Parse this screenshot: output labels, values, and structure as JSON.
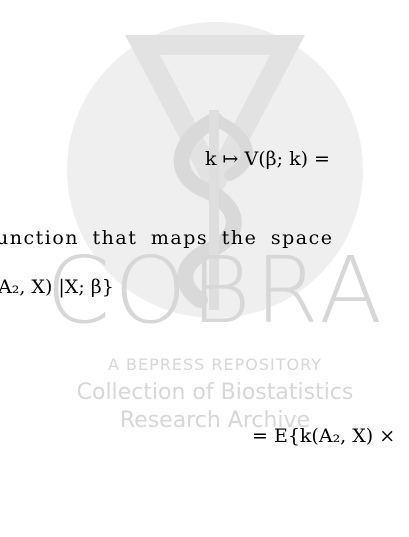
{
  "watermark": {
    "brand": "COBRA",
    "line1": "A BEPRESS REPOSITORY",
    "line2": "Collection of Biostatistics",
    "line3": "Research Archive"
  },
  "equations": {
    "line1": "k ↦ V(β; k) =",
    "line2": "unction that maps the space",
    "line3": "A₂, X) |X; β}",
    "line4": "= E{k(A₂, X) ×"
  }
}
